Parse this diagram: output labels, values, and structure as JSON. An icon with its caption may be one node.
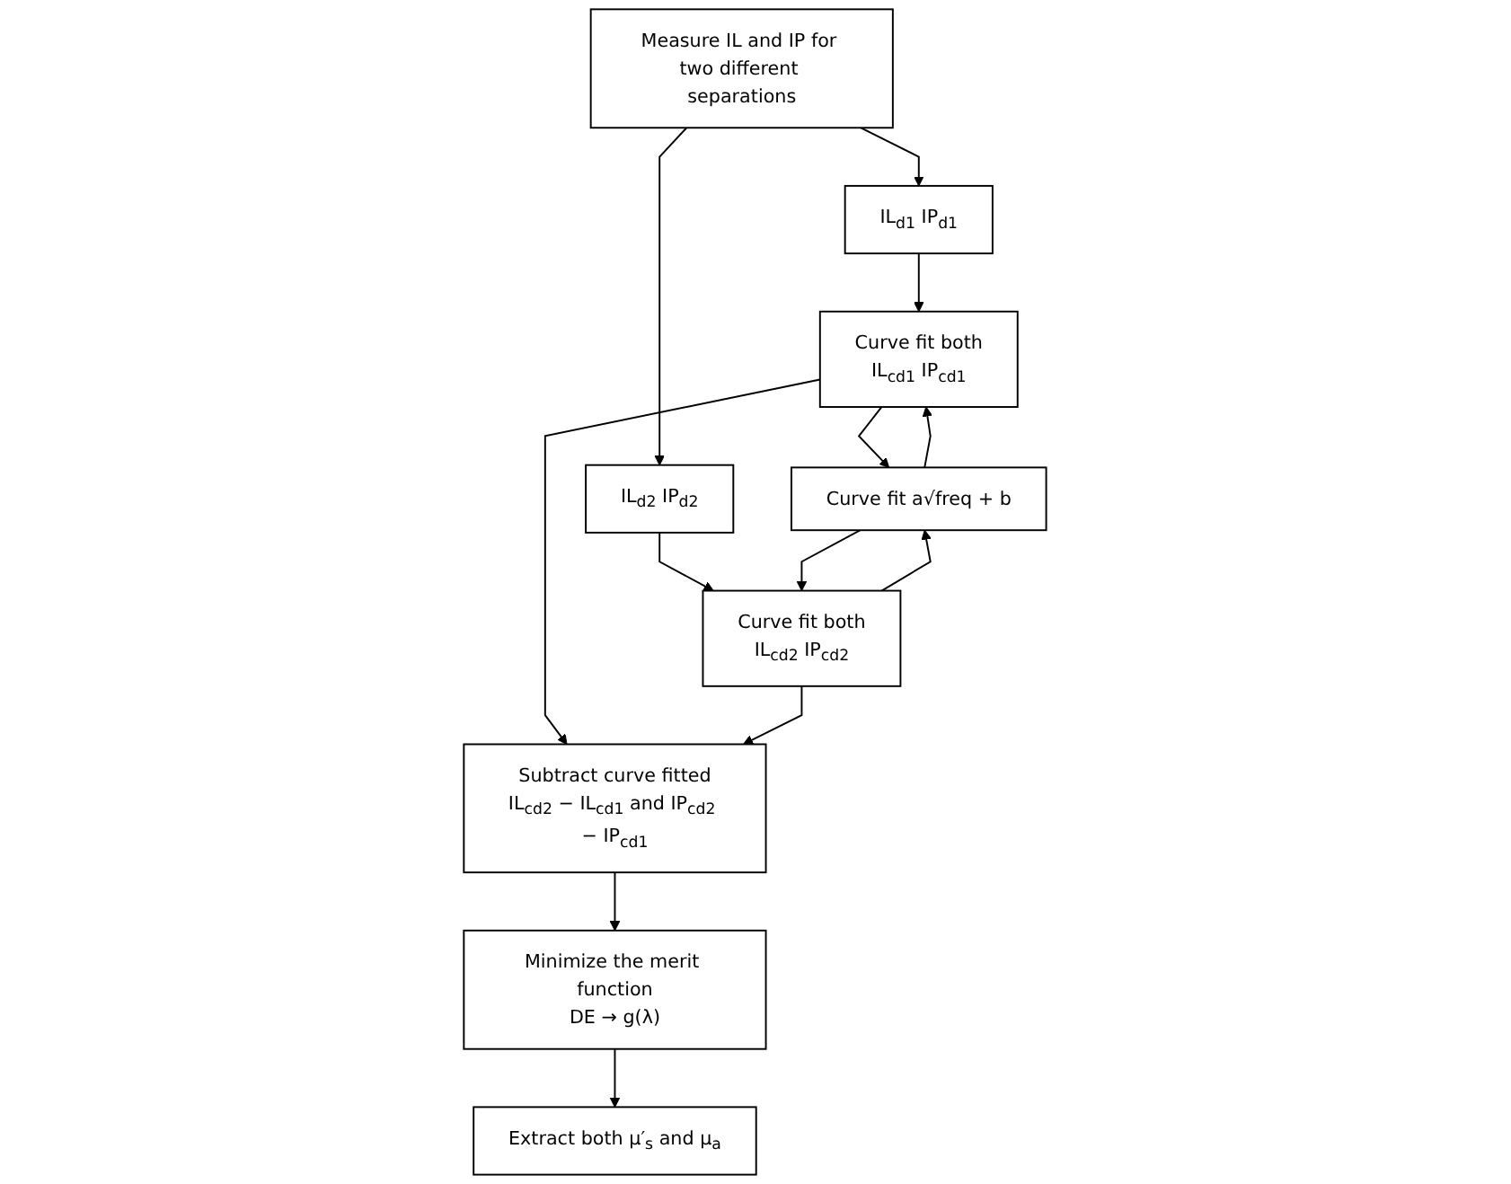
{
  "diagram": {
    "nodes": [
      {
        "text": [
          "Measure IL and IP for two different separations"
        ]
      },
      {
        "text": [
          "IL$_{d1}$ IP$_{d1}$"
        ]
      },
      {
        "text": [
          "IL$_{d2}$ IP$_{d2}$"
        ]
      },
      {
        "text": [
          "Curve fit both",
          "IL$_{cd1}$ IP$_{cd1}$"
        ]
      },
      {
        "text": [
          "Curve fit a√freq + b"
        ]
      },
      {
        "text": [
          "Curve fit both",
          "IL$_{cd2}$ IP$_{cd2}$"
        ]
      },
      {
        "text": [
          "Subtract curve fitted",
          "IL$_{cd2}$ − IL$_{cd1}$ and IP$_{cd2}$ − IP$_{cd1}$"
        ]
      },
      {
        "text": [
          "Minimize the merit function",
          "DE → g(λ)"
        ]
      },
      {
        "text": [
          "Extract both μ′$_{s}$ and μ$_{a}$"
        ]
      }
    ],
    "edges": [
      {
        "from": 0,
        "to": 1,
        "arrow": "to"
      },
      {
        "from": 0,
        "to": 2,
        "arrow": "to"
      },
      {
        "from": 1,
        "to": 3,
        "arrow": "to"
      },
      {
        "from": 2,
        "to": 5,
        "arrow": "to"
      },
      {
        "from": 4,
        "to": 3,
        "arrow": "to"
      },
      {
        "from": 3,
        "to": 4,
        "arrow": "to"
      },
      {
        "from": 4,
        "to": 5,
        "arrow": "to"
      },
      {
        "from": 5,
        "to": 4,
        "arrow": "to"
      },
      {
        "from": 3,
        "to": 6,
        "arrow": "to"
      },
      {
        "from": 5,
        "to": 6,
        "arrow": "to"
      },
      {
        "from": 6,
        "to": 7,
        "arrow": "to"
      },
      {
        "from": 7,
        "to": 8,
        "arrow": "to"
      }
    ]
  }
}
